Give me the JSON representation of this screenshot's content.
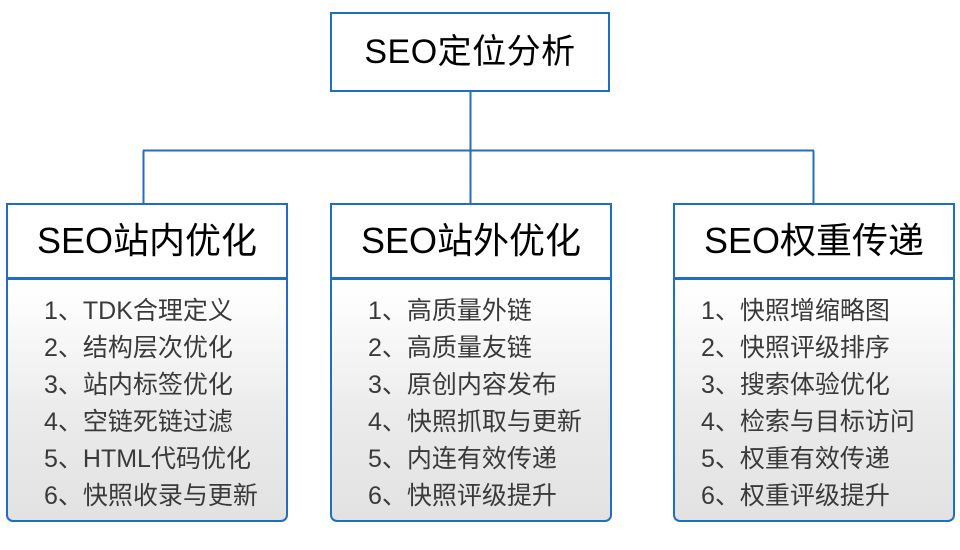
{
  "diagram": {
    "type": "org-chart",
    "root": {
      "label": "SEO定位分析"
    },
    "branches": [
      {
        "header": "SEO站内优化",
        "items": [
          "1、TDK合理定义",
          "2、结构层次优化",
          "3、站内标签优化",
          "4、空链死链过滤",
          "5、HTML代码优化",
          "6、快照收录与更新"
        ]
      },
      {
        "header": "SEO站外优化",
        "items": [
          "1、高质量外链",
          "2、高质量友链",
          "3、原创内容发布",
          "4、快照抓取与更新",
          "5、内连有效传递",
          "6、快照评级提升"
        ]
      },
      {
        "header": "SEO权重传递",
        "items": [
          "1、快照增缩略图",
          "2、快照评级排序",
          "3、搜索体验优化",
          "4、检索与目标访问",
          "5、权重有效传递",
          "6、权重评级提升"
        ]
      }
    ]
  },
  "colors": {
    "border": "#1f6fc0",
    "connector": "#1f6fc0",
    "root_text": "#000000",
    "header_text": "#000000",
    "item_text": "#3a3a3a",
    "panel_background_top": "#ffffff",
    "panel_background_bottom": "#e2e2e2",
    "page_background": "#ffffff"
  }
}
